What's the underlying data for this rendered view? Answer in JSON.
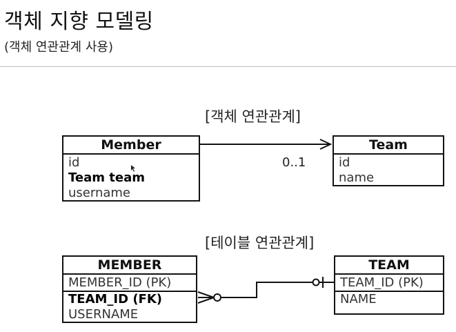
{
  "header": {
    "title": "객체 지향 모델링",
    "subtitle": "(객체 연관관계 사용)"
  },
  "object_section": {
    "label": "[객체 연관관계]",
    "member": {
      "name": "Member",
      "fields": [
        "id",
        "Team team",
        "username"
      ]
    },
    "team": {
      "name": "Team",
      "fields": [
        "id",
        "name"
      ]
    },
    "multiplicity": "0..1"
  },
  "table_section": {
    "label": "[테이블 연관관계]",
    "member": {
      "name": "MEMBER",
      "pk": "MEMBER_ID (PK)",
      "fields": [
        "TEAM_ID (FK)",
        "USERNAME"
      ]
    },
    "team": {
      "name": "TEAM",
      "pk": "TEAM_ID (PK)",
      "fields": [
        "NAME"
      ]
    }
  },
  "colors": {
    "line": "#111111",
    "rule": "#bdbdbd"
  }
}
